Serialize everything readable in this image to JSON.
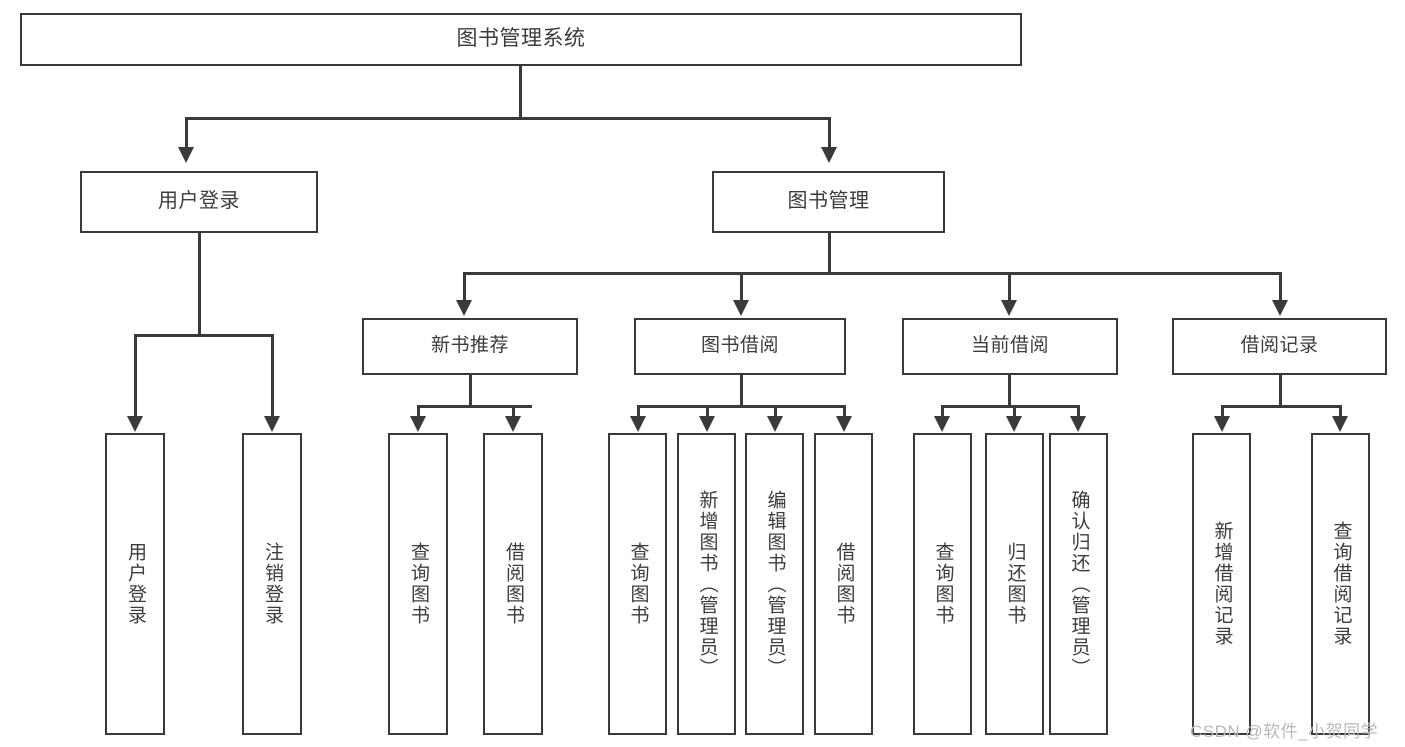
{
  "diagram": {
    "type": "tree",
    "title": "图书管理系统",
    "watermark": "CSDN @软件_小贺同学",
    "colors": {
      "line": "#3a3a3a",
      "box_border": "#3a3a3a",
      "box_fill": "#ffffff",
      "text": "#3c3c3c",
      "watermark": "#b9b9b9",
      "background": "#ffffff"
    },
    "nodes": {
      "root": {
        "label": "图书管理系统"
      },
      "level2": [
        {
          "id": "user-login",
          "label": "用户登录"
        },
        {
          "id": "book-manage",
          "label": "图书管理"
        }
      ],
      "level3": [
        {
          "id": "new-book-recommend",
          "label": "新书推荐"
        },
        {
          "id": "book-borrow",
          "label": "图书借阅"
        },
        {
          "id": "current-borrow",
          "label": "当前借阅"
        },
        {
          "id": "borrow-record",
          "label": "借阅记录"
        }
      ],
      "leaves": {
        "user_login": [
          {
            "id": "leaf-user-login",
            "label": "用户登录"
          },
          {
            "id": "leaf-logout-login",
            "label": "注销登录"
          }
        ],
        "new_book_recommend": [
          {
            "id": "leaf-query-book-1",
            "label": "查询图书"
          },
          {
            "id": "leaf-borrow-book-1",
            "label": "借阅图书"
          }
        ],
        "book_borrow": [
          {
            "id": "leaf-query-book-2",
            "label": "查询图书"
          },
          {
            "id": "leaf-add-book",
            "label": "新增图书（管理员）"
          },
          {
            "id": "leaf-edit-book",
            "label": "编辑图书（管理员）"
          },
          {
            "id": "leaf-borrow-book-2",
            "label": "借阅图书"
          }
        ],
        "current_borrow": [
          {
            "id": "leaf-query-book-3",
            "label": "查询图书"
          },
          {
            "id": "leaf-return-book",
            "label": "归还图书"
          },
          {
            "id": "leaf-confirm-return",
            "label": "确认归还（管理员）"
          }
        ],
        "borrow_record": [
          {
            "id": "leaf-add-record",
            "label": "新增借阅记录"
          },
          {
            "id": "leaf-query-record",
            "label": "查询借阅记录"
          }
        ]
      }
    },
    "edges": [
      {
        "from": "图书管理系统",
        "to": "用户登录"
      },
      {
        "from": "图书管理系统",
        "to": "图书管理"
      },
      {
        "from": "用户登录",
        "to": "用户登录"
      },
      {
        "from": "用户登录",
        "to": "注销登录"
      },
      {
        "from": "图书管理",
        "to": "新书推荐"
      },
      {
        "from": "图书管理",
        "to": "图书借阅"
      },
      {
        "from": "图书管理",
        "to": "当前借阅"
      },
      {
        "from": "图书管理",
        "to": "借阅记录"
      },
      {
        "from": "新书推荐",
        "to": "查询图书"
      },
      {
        "from": "新书推荐",
        "to": "借阅图书"
      },
      {
        "from": "图书借阅",
        "to": "查询图书"
      },
      {
        "from": "图书借阅",
        "to": "新增图书（管理员）"
      },
      {
        "from": "图书借阅",
        "to": "编辑图书（管理员）"
      },
      {
        "from": "图书借阅",
        "to": "借阅图书"
      },
      {
        "from": "当前借阅",
        "to": "查询图书"
      },
      {
        "from": "当前借阅",
        "to": "归还图书"
      },
      {
        "from": "当前借阅",
        "to": "确认归还（管理员）"
      },
      {
        "from": "借阅记录",
        "to": "新增借阅记录"
      },
      {
        "from": "借阅记录",
        "to": "查询借阅记录"
      }
    ]
  }
}
